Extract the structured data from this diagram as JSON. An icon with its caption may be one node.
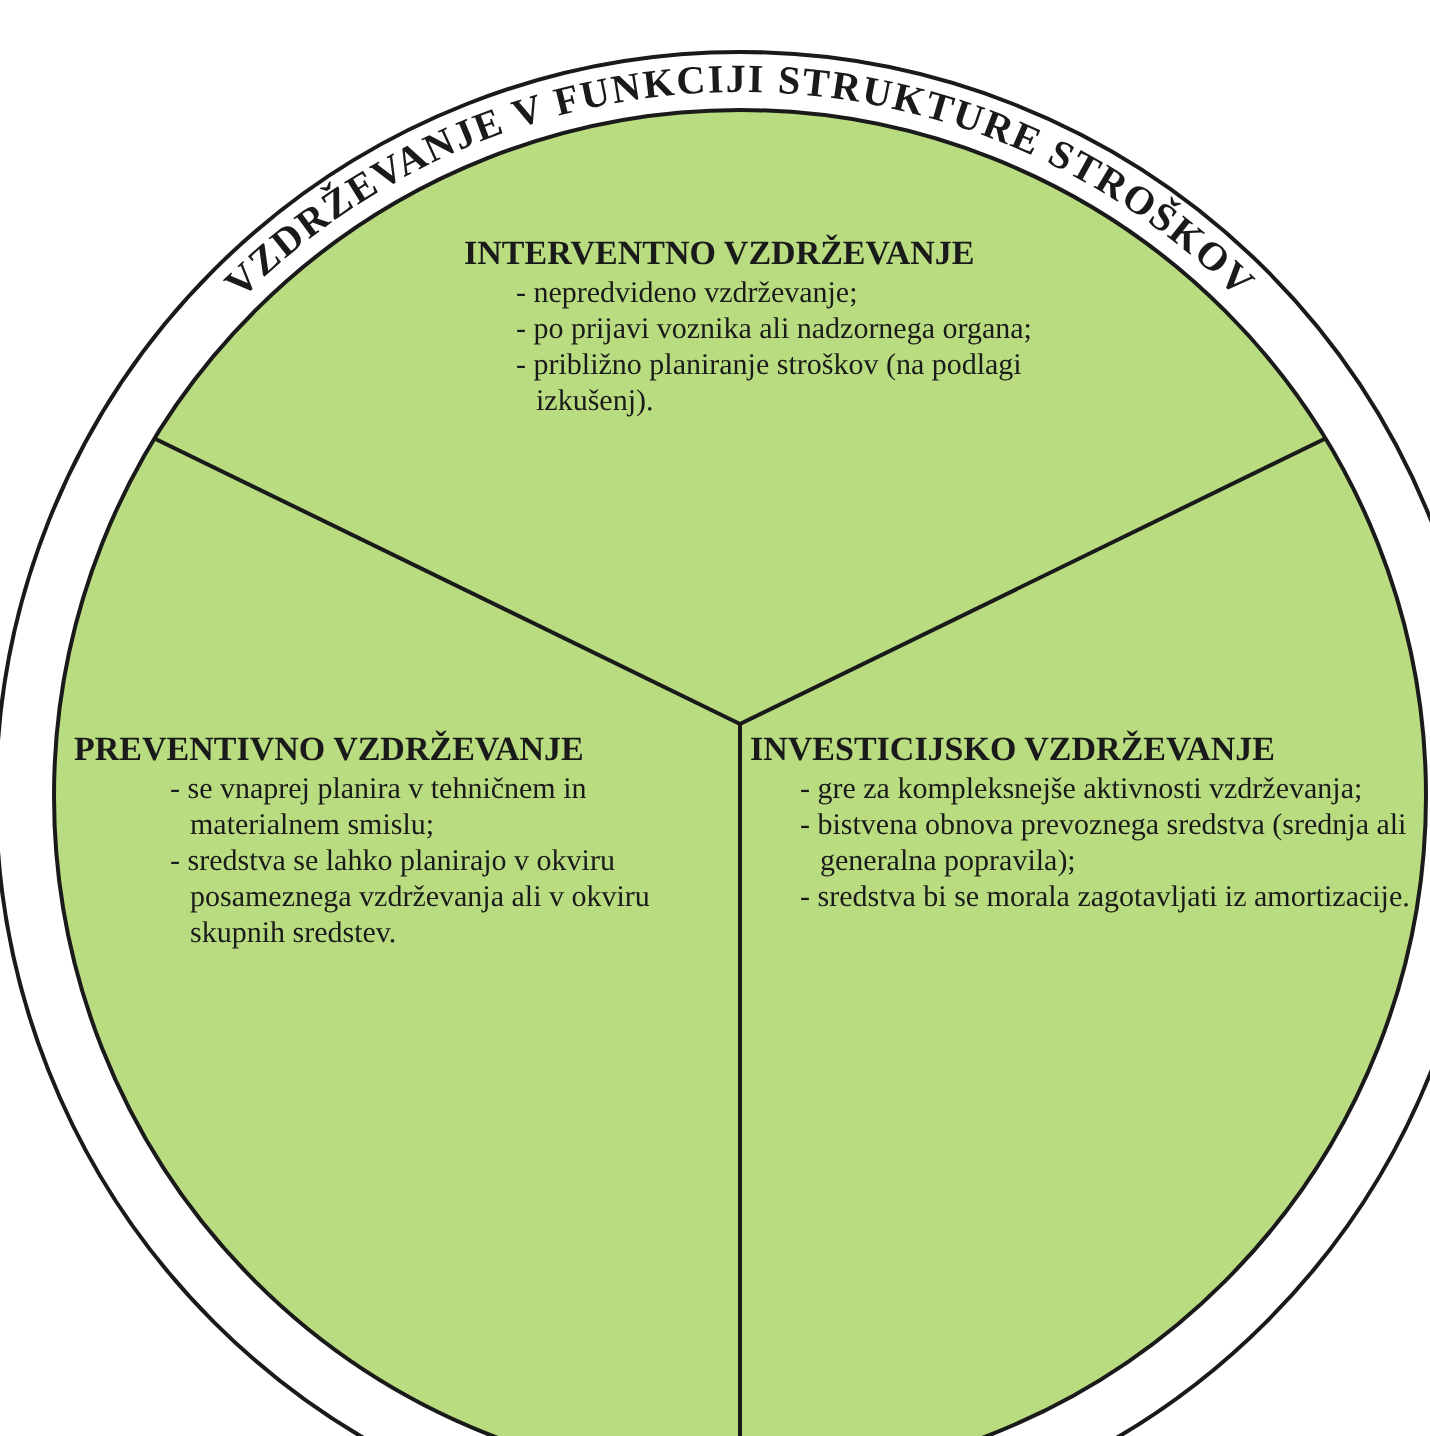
{
  "diagram": {
    "nodes": [
      {
        "text": [
          "VZDRŽEVANJE V FUNKCIJI STRUKTURE STROŠKOV"
        ]
      },
      {
        "text": [
          "INTERVENTNO VZDRŽEVANJE",
          "- nepredvideno vzdrževanje;",
          "- po prijavi voznika ali nadzornega organa;",
          "- približno planiranje stroškov (na podlagi izkušenj)."
        ],
        "in": 0
      },
      {
        "text": [
          "PREVENTIVNO VZDRŽEVANJE",
          "- se vnaprej planira v tehničnem in materialnem smislu;",
          "- sredstva se lahko planirajo v okviru posameznega vzdrževanja ali v okviru skupnih sredstev."
        ],
        "in": 0
      },
      {
        "text": [
          "INVESTICIJSKO VZDRŽEVANJE",
          "- gre za kompleksnejše aktivnosti vzdrževanja;",
          "- bistvena obnova prevoznega sredstva (srednja ali generalna popravila);",
          "- sredstva bi se morala zagotavljati iz amortizacije."
        ],
        "in": 0
      }
    ]
  }
}
